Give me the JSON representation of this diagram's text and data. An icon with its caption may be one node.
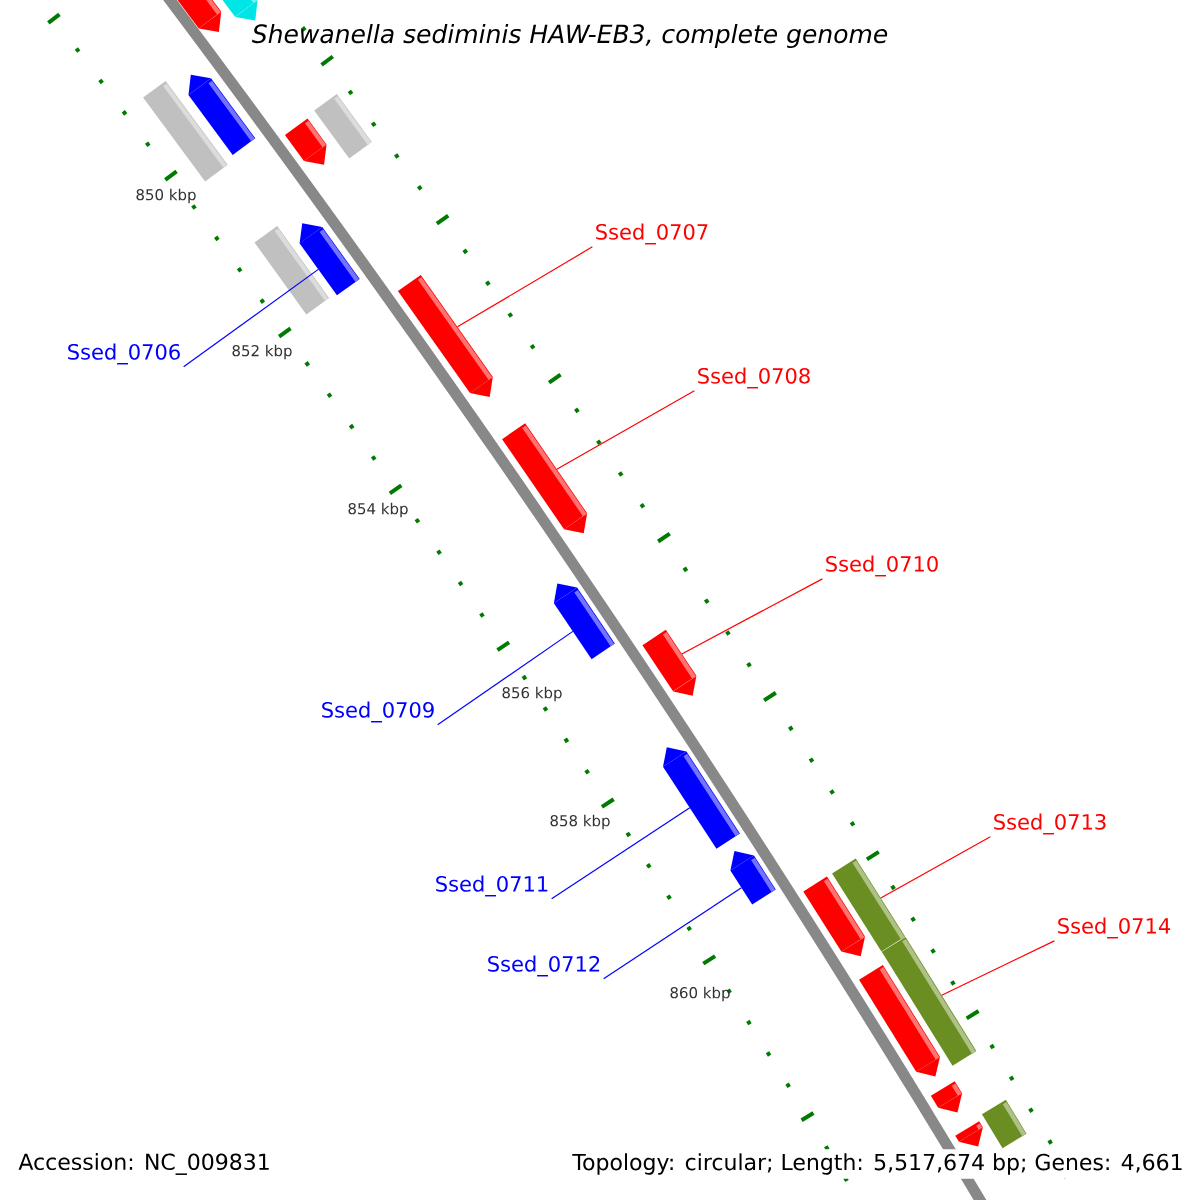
{
  "diagram": {
    "title": "Shewanella sediminis HAW-EB3, complete genome",
    "nodes": [
      {
        "text": [
          "Ssed_0707"
        ]
      },
      {
        "text": [
          "Ssed_0706"
        ]
      },
      {
        "text": [
          "Ssed_0708"
        ]
      },
      {
        "text": [
          "Ssed_0710"
        ]
      },
      {
        "text": [
          "Ssed_0709"
        ]
      },
      {
        "text": [
          "Ssed_0713"
        ]
      },
      {
        "text": [
          "Ssed_0711"
        ]
      },
      {
        "text": [
          "Ssed_0714"
        ]
      },
      {
        "text": [
          "Ssed_0712"
        ]
      },
      {
        "text": [],
        "shape": "arrow"
      },
      {
        "text": [],
        "shape": "arrow"
      },
      {
        "text": [],
        "shape": "bar"
      },
      {
        "text": [],
        "shape": "arrow"
      },
      {
        "text": [],
        "shape": "arrow"
      },
      {
        "text": [],
        "shape": "bar"
      },
      {
        "text": [],
        "shape": "bar"
      },
      {
        "text": [],
        "shape": "arrow"
      },
      {
        "text": [],
        "shape": "arrow"
      },
      {
        "text": [],
        "shape": "arrow"
      },
      {
        "text": [],
        "shape": "arrow"
      },
      {
        "text": [],
        "shape": "arrow"
      },
      {
        "text": [],
        "shape": "arrow"
      },
      {
        "text": [],
        "shape": "arrow"
      },
      {
        "text": [],
        "shape": "arrow"
      },
      {
        "text": [],
        "shape": "bar"
      },
      {
        "text": [],
        "shape": "bar"
      },
      {
        "text": [],
        "shape": "arrow"
      },
      {
        "text": [],
        "shape": "arrow"
      },
      {
        "text": [],
        "shape": "arrow"
      },
      {
        "text": [],
        "shape": "bar"
      }
    ],
    "edges": [
      {
        "from": 0,
        "to": 17,
        "arrow": "none"
      },
      {
        "from": 1,
        "to": 16,
        "arrow": "none",
        "color": "#0000ff"
      },
      {
        "from": 2,
        "to": 18,
        "arrow": "none"
      },
      {
        "from": 3,
        "to": 20,
        "arrow": "none"
      },
      {
        "from": 4,
        "to": 19,
        "arrow": "none",
        "color": "#0000ff"
      },
      {
        "from": 5,
        "to": 24,
        "arrow": "none"
      },
      {
        "from": 6,
        "to": 21,
        "arrow": "none",
        "color": "#0000ff"
      },
      {
        "from": 7,
        "to": 25,
        "arrow": "none"
      },
      {
        "from": 8,
        "to": 22,
        "arrow": "none",
        "color": "#0000ff"
      }
    ],
    "labels": [
      "850 kbp",
      "852 kbp",
      "854 kbp",
      "856 kbp",
      "858 kbp",
      "860 kbp",
      "Accession: NC_009831",
      "Topology: circular; Length: 5,517,674 bp; Genes: 4,661"
    ]
  }
}
